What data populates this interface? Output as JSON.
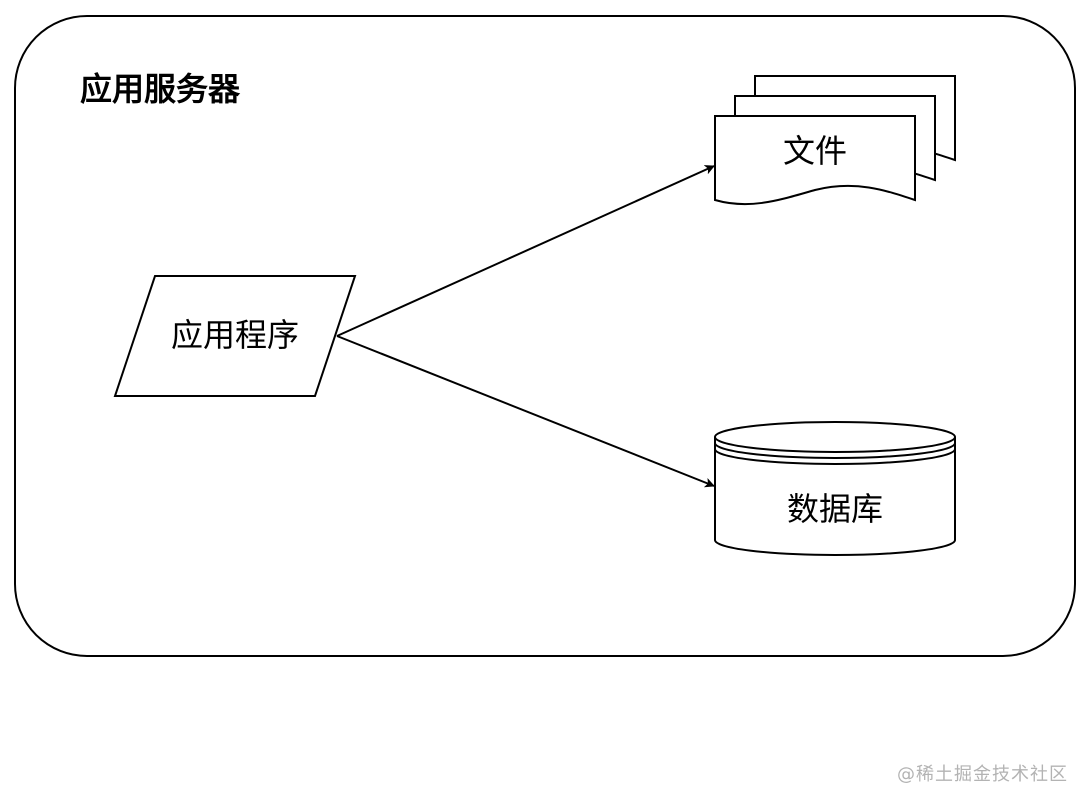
{
  "container": {
    "title": "应用服务器"
  },
  "nodes": {
    "application": "应用程序",
    "files": "文件",
    "database": "数据库"
  },
  "watermark": "@稀土掘金技术社区"
}
